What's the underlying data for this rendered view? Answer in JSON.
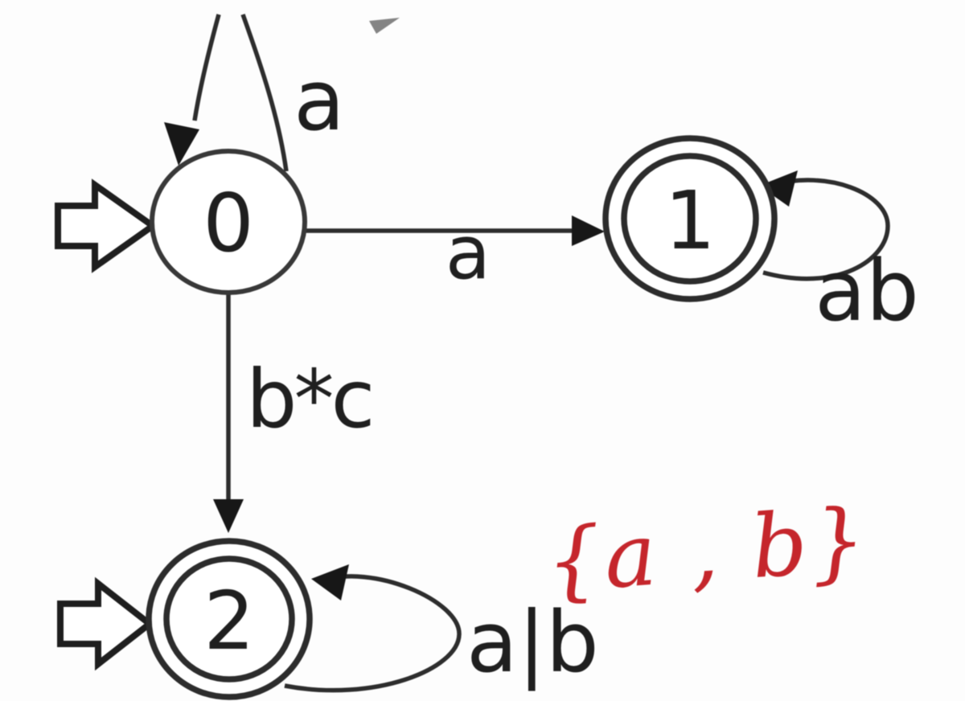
{
  "diagram": {
    "type": "finite-automaton",
    "background": "#fdfdfd",
    "ink_color": "#2d2d2d",
    "states": [
      {
        "label": "0",
        "accepting": false,
        "start": true
      },
      {
        "label": "1",
        "accepting": true,
        "start": false
      },
      {
        "label": "2",
        "accepting": true,
        "start": true
      }
    ],
    "transitions": [
      {
        "from": "0",
        "to": "0",
        "label": "a",
        "kind": "self-loop-top"
      },
      {
        "from": "0",
        "to": "1",
        "label": "a",
        "kind": "straight-right"
      },
      {
        "from": "0",
        "to": "2",
        "label": "b*c",
        "kind": "straight-down"
      },
      {
        "from": "1",
        "to": "1",
        "label": "ab",
        "kind": "self-loop-right"
      },
      {
        "from": "2",
        "to": "2",
        "label": "a|b",
        "kind": "self-loop-right"
      }
    ],
    "annotation": {
      "text": "{a , b}",
      "color": "#c5262c",
      "style": "handwritten-red-ink"
    }
  }
}
